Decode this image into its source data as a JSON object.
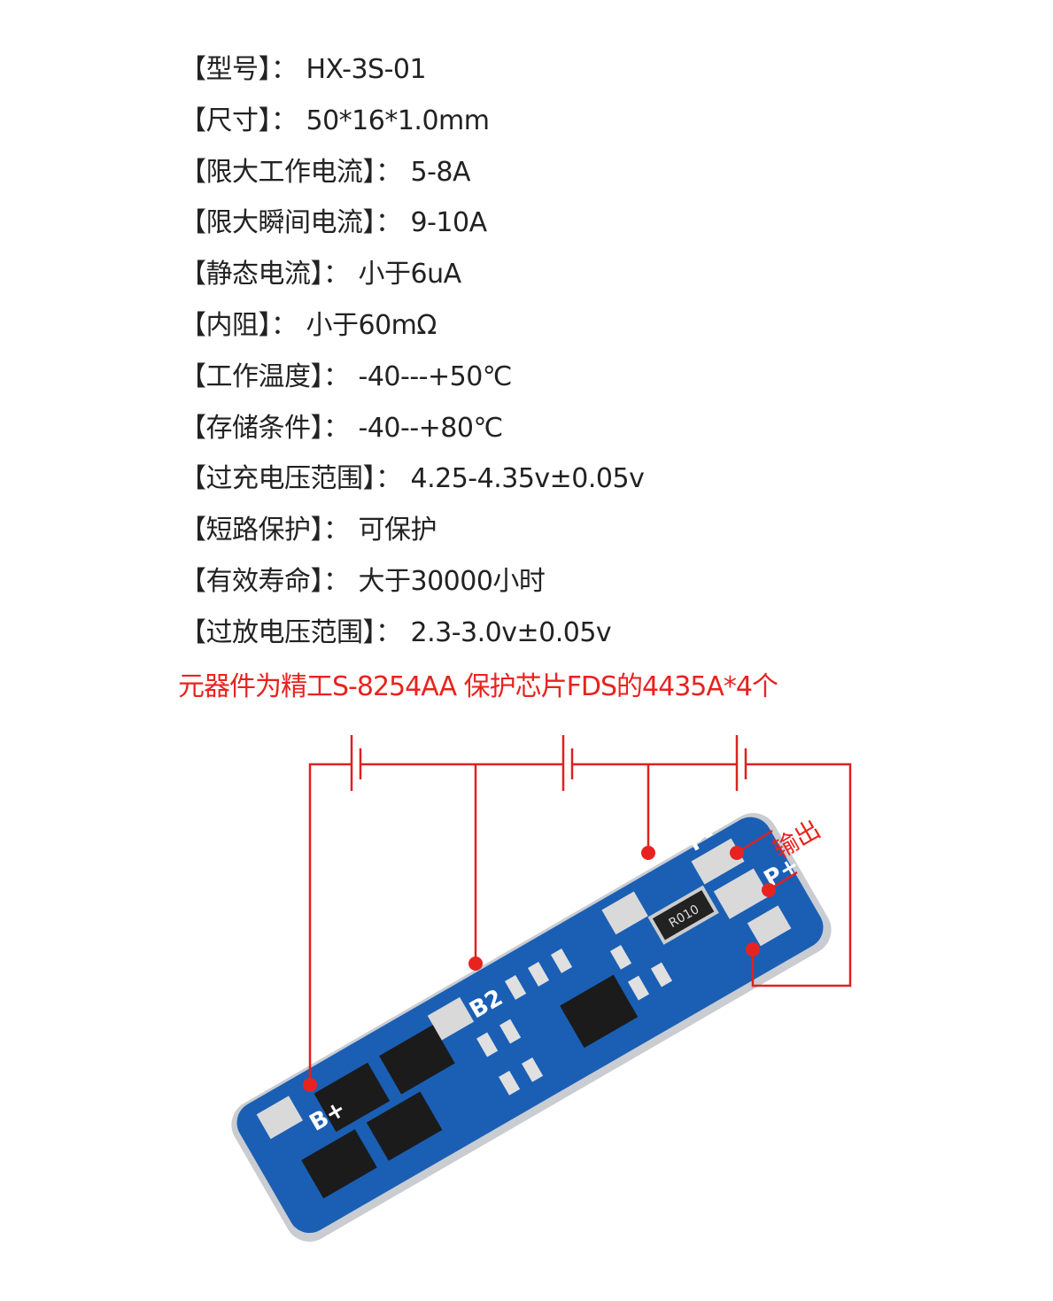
{
  "specs": [
    {
      "label": "【型号】：",
      "value": "HX-3S-01"
    },
    {
      "label": "【尺寸】：",
      "value": "50*16*1.0mm"
    },
    {
      "label": "【限大工作电流】：",
      "value": "5-8A"
    },
    {
      "label": "【限大瞬间电流】：",
      "value": "9-10A"
    },
    {
      "label": "【静态电流】：",
      "value": "小于6uA"
    },
    {
      "label": "【内阻】：",
      "value": "小于60mΩ"
    },
    {
      "label": "【工作温度】：",
      "value": "-40---+50℃"
    },
    {
      "label": "【存储条件】：",
      "value": "-40--+80℃"
    },
    {
      "label": "【过充电压范围】：",
      "value": "4.25-4.35v±0.05v"
    },
    {
      "label": "【短路保护】：",
      "value": "可保护"
    },
    {
      "label": "【有效寿命】：",
      "value": "大于30000小时"
    },
    {
      "label": "【过放电压范围】：",
      "value": "2.3-3.0v±0.05v"
    }
  ],
  "note": "元器件为精工S-8254AA 保护芯片FDS的4435A*4个",
  "diagram": {
    "output_label": "输出",
    "board_labels": {
      "b_plus": "B+",
      "b2": "B2",
      "p_minus": "P-",
      "p_plus": "P+",
      "shunt": "R010"
    }
  },
  "colors": {
    "text": "#222222",
    "accent_red": "#e8231f",
    "board_blue": "#1a5fb4"
  }
}
